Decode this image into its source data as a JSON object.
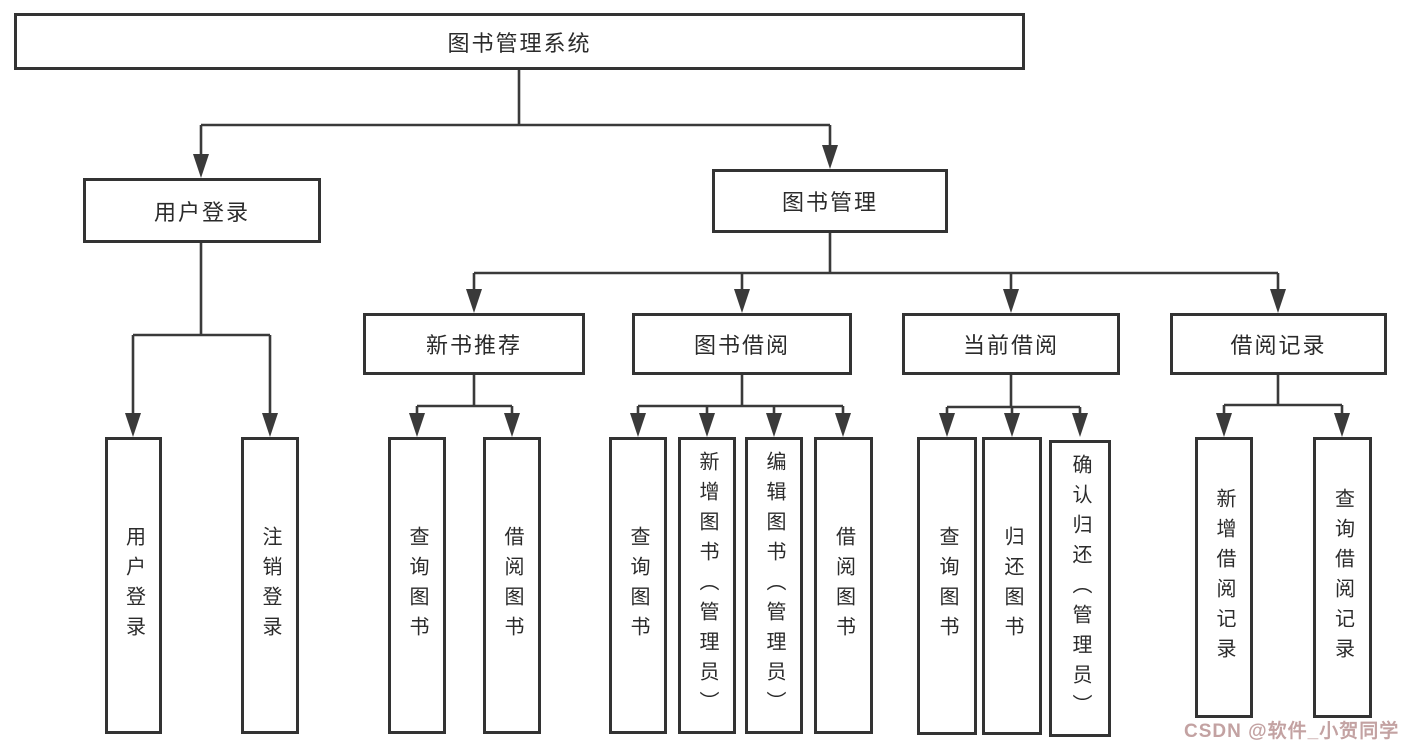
{
  "diagram": {
    "title": "图书管理系统",
    "colors": {
      "line": "#3a3a3a",
      "box_border": "#333333",
      "text": "#2b2b2b",
      "background": "#ffffff",
      "watermark": "#c3a2a2"
    },
    "nodes": {
      "root": "图书管理系统",
      "user_login": "用户登录",
      "book_mgmt": "图书管理",
      "new_book_rec": "新书推荐",
      "book_borrow": "图书借阅",
      "current_borrow": "当前借阅",
      "borrow_records": "借阅记录",
      "leaf_user_login": "用户登录",
      "leaf_logout": "注销登录",
      "leaf_nb_query": "查询图书",
      "leaf_nb_borrow": "借阅图书",
      "leaf_bb_query": "查询图书",
      "leaf_bb_add": "新增图书（管理员）",
      "leaf_bb_edit": "编辑图书（管理员）",
      "leaf_bb_borrow": "借阅图书",
      "leaf_cb_query": "查询图书",
      "leaf_cb_return": "归还图书",
      "leaf_cb_confirm": "确认归还（管理员）",
      "leaf_br_add": "新增借阅记录",
      "leaf_br_query": "查询借阅记录"
    },
    "tree": {
      "id": "root",
      "children": [
        {
          "id": "user_login",
          "children": [
            {
              "id": "leaf_user_login"
            },
            {
              "id": "leaf_logout"
            }
          ]
        },
        {
          "id": "book_mgmt",
          "children": [
            {
              "id": "new_book_rec",
              "children": [
                {
                  "id": "leaf_nb_query"
                },
                {
                  "id": "leaf_nb_borrow"
                }
              ]
            },
            {
              "id": "book_borrow",
              "children": [
                {
                  "id": "leaf_bb_query"
                },
                {
                  "id": "leaf_bb_add"
                },
                {
                  "id": "leaf_bb_edit"
                },
                {
                  "id": "leaf_bb_borrow"
                }
              ]
            },
            {
              "id": "current_borrow",
              "children": [
                {
                  "id": "leaf_cb_query"
                },
                {
                  "id": "leaf_cb_return"
                },
                {
                  "id": "leaf_cb_confirm"
                }
              ]
            },
            {
              "id": "borrow_records",
              "children": [
                {
                  "id": "leaf_br_add"
                },
                {
                  "id": "leaf_br_query"
                }
              ]
            }
          ]
        }
      ]
    }
  },
  "watermark": "CSDN @软件_小贺同学"
}
